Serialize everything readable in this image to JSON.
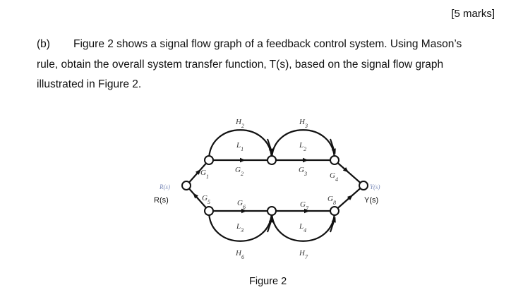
{
  "header": {
    "marks": "[5 marks]"
  },
  "question": {
    "label": "(b)",
    "line1": "Figure 2 shows a signal flow graph of a feedback control system. Using Mason’s",
    "line2": "rule, obtain the overall system transfer function, T(s), based on the signal flow graph",
    "line3": "illustrated in Figure 2."
  },
  "figure": {
    "caption": "Figure 2",
    "input_label_faint": "R(s)",
    "input_label": "R(s)",
    "output_label_faint": "Y(s)",
    "output_label": "Y(s)",
    "gains": {
      "G1": "G1",
      "G2": "G2",
      "G3": "G3",
      "G4": "G4",
      "G5": "G5",
      "G6": "G6",
      "G7": "G7",
      "G8": "G8",
      "H2": "H2",
      "H3": "H3",
      "H6": "H6",
      "H7": "H7",
      "L1": "L1",
      "L2": "L2",
      "L3": "L3",
      "L4": "L4"
    },
    "colors": {
      "ink": "#111111",
      "faint_label": "#7a8ab8"
    }
  }
}
